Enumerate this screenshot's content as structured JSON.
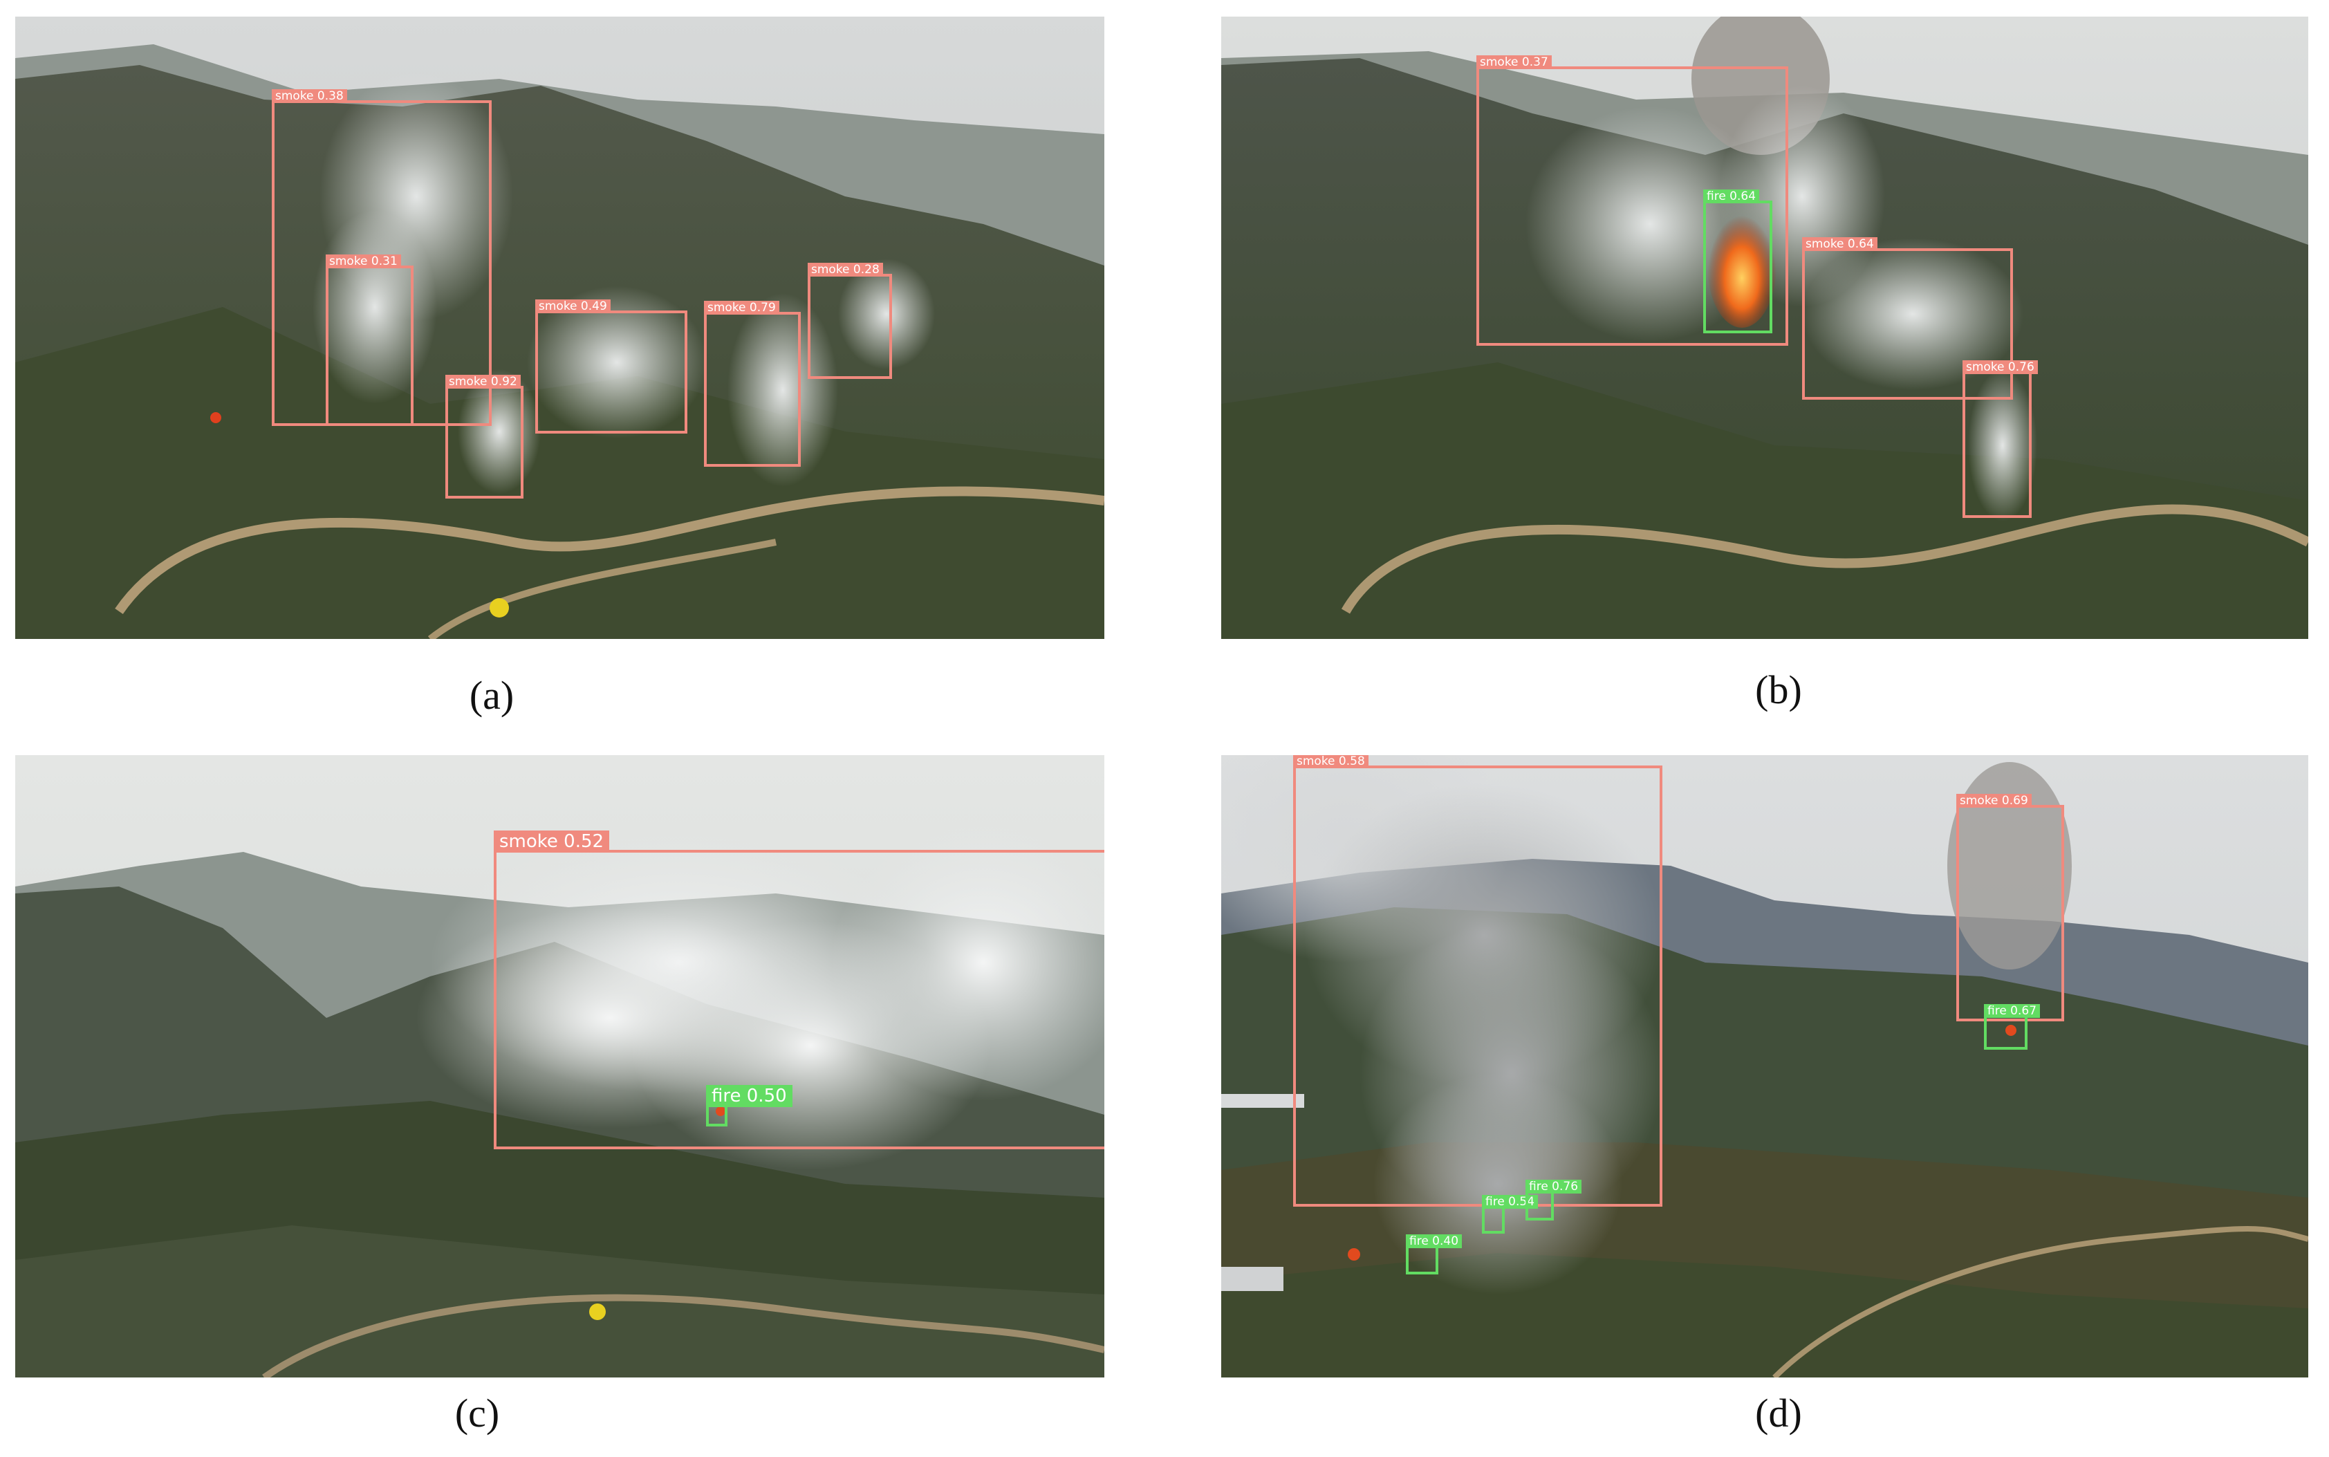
{
  "panels": [
    {
      "caption": "(a)",
      "detections": [
        {
          "cls": "smoke",
          "label": "smoke 0.38"
        },
        {
          "cls": "smoke",
          "label": "smoke 0.31"
        },
        {
          "cls": "smoke",
          "label": "smoke 0.92"
        },
        {
          "cls": "smoke",
          "label": "smoke 0.49"
        },
        {
          "cls": "smoke",
          "label": "smoke 0.79"
        },
        {
          "cls": "smoke",
          "label": "smoke 0.28"
        }
      ]
    },
    {
      "caption": "(b)",
      "detections": [
        {
          "cls": "smoke",
          "label": "smoke 0.37"
        },
        {
          "cls": "fire",
          "label": "fire 0.64"
        },
        {
          "cls": "smoke",
          "label": "smoke 0.64"
        },
        {
          "cls": "smoke",
          "label": "smoke 0.76"
        }
      ]
    },
    {
      "caption": "(c)",
      "detections": [
        {
          "cls": "smoke",
          "label": "smoke 0.52"
        },
        {
          "cls": "fire",
          "label": "fire 0.50"
        }
      ]
    },
    {
      "caption": "(d)",
      "detections": [
        {
          "cls": "smoke",
          "label": "smoke 0.58"
        },
        {
          "cls": "smoke",
          "label": "smoke 0.69"
        },
        {
          "cls": "fire",
          "label": "fire 0.67"
        },
        {
          "cls": "fire",
          "label": "fire 0.54"
        },
        {
          "cls": "fire",
          "label": "fire 0.76"
        },
        {
          "cls": "fire",
          "label": "fire 0.40"
        }
      ]
    }
  ],
  "colors": {
    "smoke_box": "#f08a7e",
    "fire_box": "#62dc62",
    "sky": "#cfd3d4",
    "hills": "#4a5340",
    "smoke": "#e4e6e6"
  }
}
